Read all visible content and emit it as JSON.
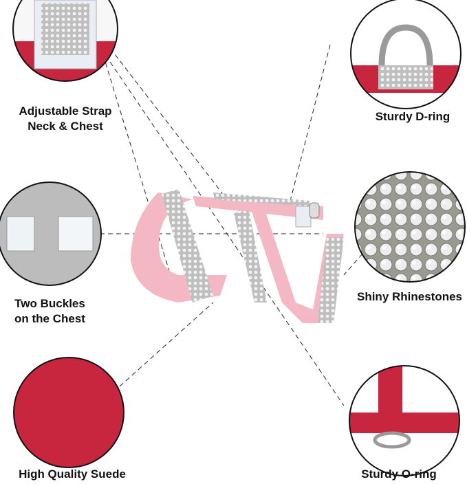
{
  "features": [
    {
      "id": "adjustable-strap",
      "lines": [
        "Adjustable Strap",
        "Neck & Chest"
      ]
    },
    {
      "id": "d-ring",
      "lines": [
        "Sturdy D-ring"
      ]
    },
    {
      "id": "buckles",
      "lines": [
        "Two Buckles",
        "on the Chest"
      ]
    },
    {
      "id": "rhinestones",
      "lines": [
        "Shiny Rhinestones"
      ]
    },
    {
      "id": "suede",
      "lines": [
        "High Quality Suede"
      ]
    },
    {
      "id": "o-ring",
      "lines": [
        "Sturdy O-ring"
      ]
    }
  ],
  "colors": {
    "harness_pink": "#f4b8c4",
    "suede_red": "#c8263f",
    "rhinestone": "#d9d9d9",
    "circle_border": "#111111"
  }
}
